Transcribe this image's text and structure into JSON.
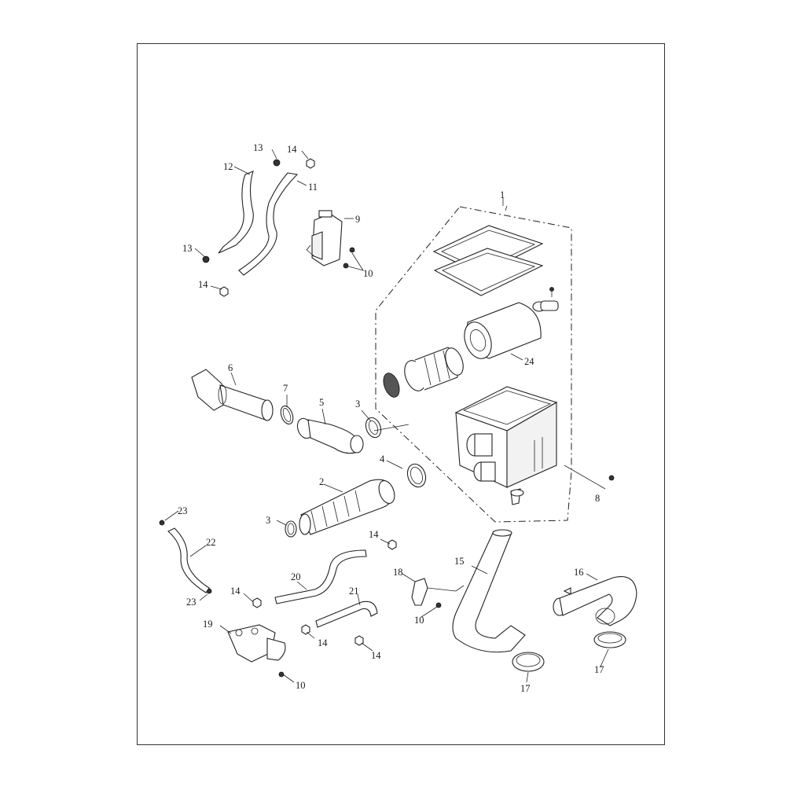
{
  "labels": {
    "p1": "1",
    "p2": "2",
    "p3a": "3",
    "p3b": "3",
    "p4": "4",
    "p5": "5",
    "p6": "6",
    "p7": "7",
    "p8": "8",
    "p9": "9",
    "p10a": "10",
    "p10b": "10",
    "p10c": "10",
    "p11": "11",
    "p12": "12",
    "p13a": "13",
    "p13b": "13",
    "p14a": "14",
    "p14b": "14",
    "p14c": "14",
    "p14d": "14",
    "p14e": "14",
    "p14f": "14",
    "p15": "15",
    "p16": "16",
    "p17a": "17",
    "p17b": "17",
    "p18": "18",
    "p19": "19",
    "p20": "20",
    "p21": "21",
    "p22": "22",
    "p23a": "23",
    "p23b": "23",
    "p24": "24"
  }
}
